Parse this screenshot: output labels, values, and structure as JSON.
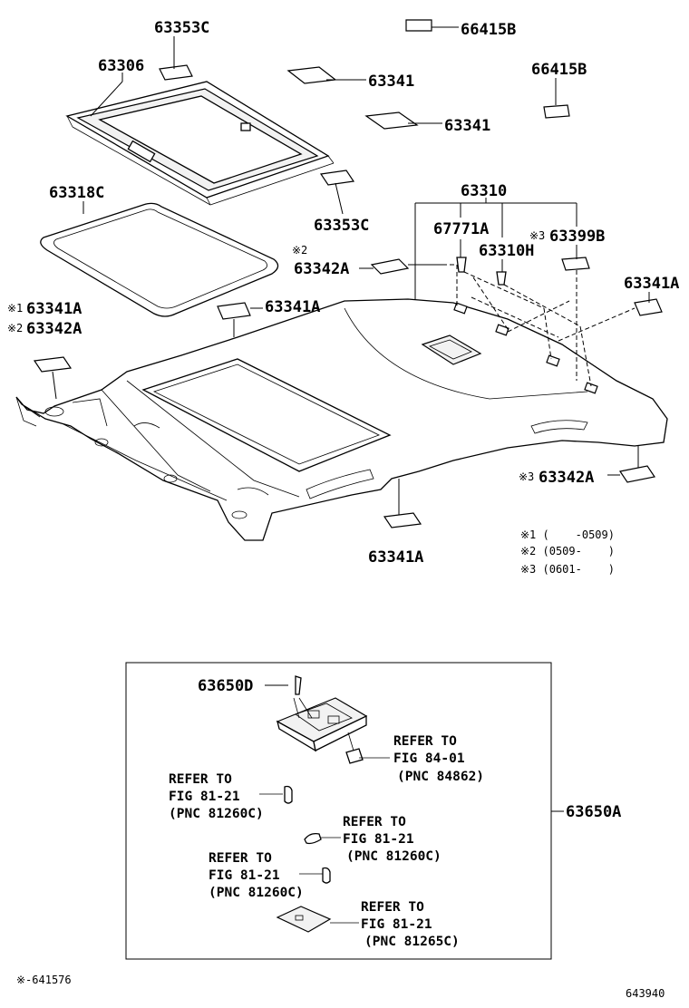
{
  "callouts": {
    "p63353C_top": "63353C",
    "p63306": "63306",
    "p66415B_top": "66415B",
    "p63341_a": "63341",
    "p66415B_right": "66415B",
    "p63341_b": "63341",
    "p63318C": "63318C",
    "p63353C_mid": "63353C",
    "p63310": "63310",
    "p67771A": "67771A",
    "p63399B": "63399B",
    "p63310H": "63310H",
    "p63342A_top": "63342A",
    "p63341A_right": "63341A",
    "p63341A_left": "63341A",
    "p63342A_left": "63342A",
    "p63341A_mid": "63341A",
    "p63342A_bottom": "63342A",
    "p63341A_bottom": "63341A",
    "p63650D": "63650D",
    "p63650A": "63650A"
  },
  "marks": {
    "m1": "※1",
    "m2": "※2",
    "m3": "※3"
  },
  "notes": {
    "n1": "※1 (    -0509)",
    "n2": "※2 (0509-    )",
    "n3": "※3 (0601-    )"
  },
  "refs": {
    "r1": [
      "REFER TO",
      "FIG 84-01",
      "(PNC 84862)"
    ],
    "r2": [
      "REFER TO",
      "FIG 81-21",
      "(PNC 81260C)"
    ],
    "r3": [
      "REFER TO",
      "FIG 81-21",
      "(PNC 81260C)"
    ],
    "r4": [
      "REFER TO",
      "FIG 81-21",
      "(PNC 81260C)"
    ],
    "r5": [
      "REFER TO",
      "FIG 81-21",
      "(PNC 81265C)"
    ]
  },
  "footer": {
    "left": "※-641576",
    "right": "643940"
  }
}
